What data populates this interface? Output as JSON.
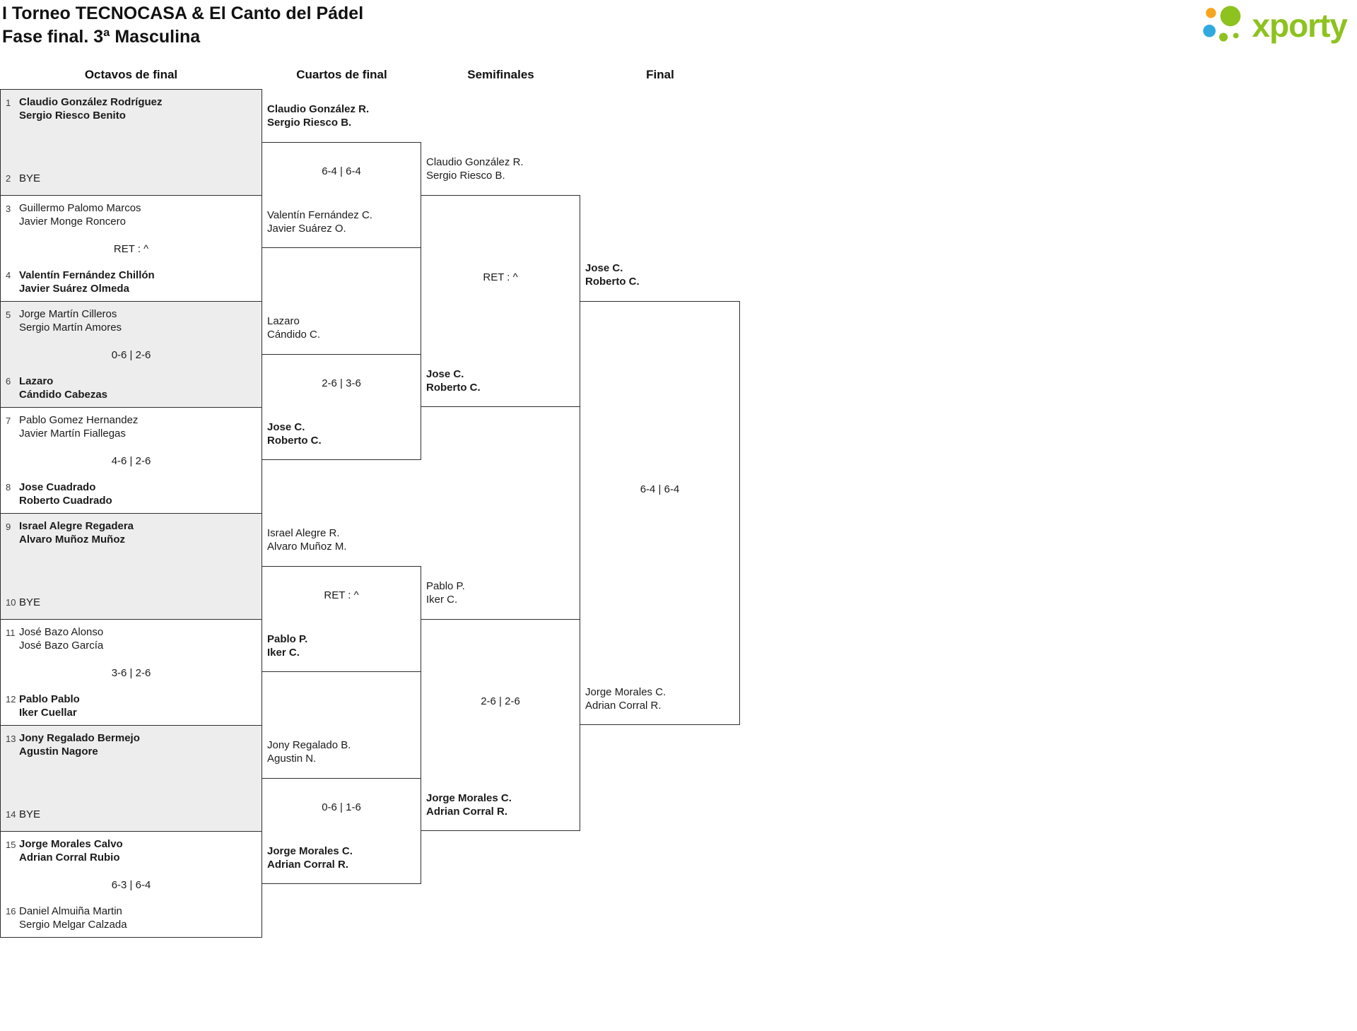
{
  "header": {
    "title_line1": "I Torneo TECNOCASA & El Canto del Pádel",
    "title_line2": "Fase final. 3ª Masculina"
  },
  "logo": {
    "text": "xporty",
    "colors": {
      "green": "#8dc21f",
      "orange": "#f7a61e",
      "blue": "#2fa9de"
    }
  },
  "round_headers": [
    "Octavos de final",
    "Cuartos de final",
    "Semifinales",
    "Final"
  ],
  "bracket": {
    "octavos": [
      {
        "shaded": true,
        "top": {
          "seed": "1",
          "lines": [
            "Claudio González Rodríguez",
            "Sergio Riesco Benito"
          ],
          "bold": true
        },
        "bottom": {
          "seed": "2",
          "lines": [
            "BYE"
          ],
          "bold": false,
          "bye": true
        },
        "score": ""
      },
      {
        "shaded": false,
        "top": {
          "seed": "3",
          "lines": [
            "Guillermo Palomo Marcos",
            "Javier Monge Roncero"
          ],
          "bold": false
        },
        "bottom": {
          "seed": "4",
          "lines": [
            "Valentín Fernández Chillón",
            "Javier Suárez Olmeda"
          ],
          "bold": true
        },
        "score": "RET : ^"
      },
      {
        "shaded": true,
        "top": {
          "seed": "5",
          "lines": [
            "Jorge Martín Cilleros",
            "Sergio Martín Amores"
          ],
          "bold": false
        },
        "bottom": {
          "seed": "6",
          "lines": [
            "Lazaro",
            "Cándido Cabezas"
          ],
          "bold": true
        },
        "score": "0-6 | 2-6"
      },
      {
        "shaded": false,
        "top": {
          "seed": "7",
          "lines": [
            "Pablo Gomez Hernandez",
            "Javier Martín Fiallegas"
          ],
          "bold": false
        },
        "bottom": {
          "seed": "8",
          "lines": [
            "Jose Cuadrado",
            "Roberto Cuadrado"
          ],
          "bold": true
        },
        "score": "4-6 | 2-6"
      },
      {
        "shaded": true,
        "top": {
          "seed": "9",
          "lines": [
            "Israel Alegre Regadera",
            "Alvaro Muñoz Muñoz"
          ],
          "bold": true
        },
        "bottom": {
          "seed": "10",
          "lines": [
            "BYE"
          ],
          "bold": false,
          "bye": true
        },
        "score": ""
      },
      {
        "shaded": false,
        "top": {
          "seed": "11",
          "lines": [
            "José Bazo Alonso",
            "José Bazo García"
          ],
          "bold": false
        },
        "bottom": {
          "seed": "12",
          "lines": [
            "Pablo Pablo",
            "Iker Cuellar"
          ],
          "bold": true
        },
        "score": "3-6 | 2-6"
      },
      {
        "shaded": true,
        "top": {
          "seed": "13",
          "lines": [
            "Jony Regalado Bermejo",
            "Agustin Nagore"
          ],
          "bold": true
        },
        "bottom": {
          "seed": "14",
          "lines": [
            "BYE"
          ],
          "bold": false,
          "bye": true
        },
        "score": ""
      },
      {
        "shaded": false,
        "top": {
          "seed": "15",
          "lines": [
            "Jorge Morales Calvo",
            "Adrian Corral Rubio"
          ],
          "bold": true
        },
        "bottom": {
          "seed": "16",
          "lines": [
            "Daniel Almuiña Martin",
            "Sergio Melgar Calzada"
          ],
          "bold": false
        },
        "score": "6-3 | 6-4"
      }
    ],
    "cuartos": [
      {
        "top": {
          "lines": [
            "Claudio González R.",
            "Sergio Riesco B."
          ],
          "bold": true
        },
        "bottom": {
          "lines": [
            "Valentín Fernández C.",
            "Javier Suárez O."
          ],
          "bold": false
        },
        "score": "6-4 | 6-4"
      },
      {
        "top": {
          "lines": [
            "Lazaro",
            "Cándido C."
          ],
          "bold": false
        },
        "bottom": {
          "lines": [
            "Jose C.",
            "Roberto C."
          ],
          "bold": true
        },
        "score": "2-6 | 3-6"
      },
      {
        "top": {
          "lines": [
            "Israel Alegre R.",
            "Alvaro Muñoz M."
          ],
          "bold": false
        },
        "bottom": {
          "lines": [
            "Pablo P.",
            "Iker C."
          ],
          "bold": true
        },
        "score": "RET : ^"
      },
      {
        "top": {
          "lines": [
            "Jony Regalado B.",
            "Agustin N."
          ],
          "bold": false
        },
        "bottom": {
          "lines": [
            "Jorge Morales C.",
            "Adrian Corral R."
          ],
          "bold": true
        },
        "score": "0-6 | 1-6"
      }
    ],
    "semifinales": [
      {
        "top": {
          "lines": [
            "Claudio González R.",
            "Sergio Riesco B."
          ],
          "bold": false
        },
        "bottom": {
          "lines": [
            "Jose C.",
            "Roberto C."
          ],
          "bold": true
        },
        "score": "RET : ^"
      },
      {
        "top": {
          "lines": [
            "Pablo P.",
            "Iker C."
          ],
          "bold": false
        },
        "bottom": {
          "lines": [
            "Jorge Morales C.",
            "Adrian Corral R."
          ],
          "bold": true
        },
        "score": "2-6 | 2-6"
      }
    ],
    "final": [
      {
        "top": {
          "lines": [
            "Jose C.",
            "Roberto C."
          ],
          "bold": true
        },
        "bottom": {
          "lines": [
            "Jorge Morales C.",
            "Adrian Corral R."
          ],
          "bold": false
        },
        "score": "6-4 | 6-4"
      }
    ]
  }
}
